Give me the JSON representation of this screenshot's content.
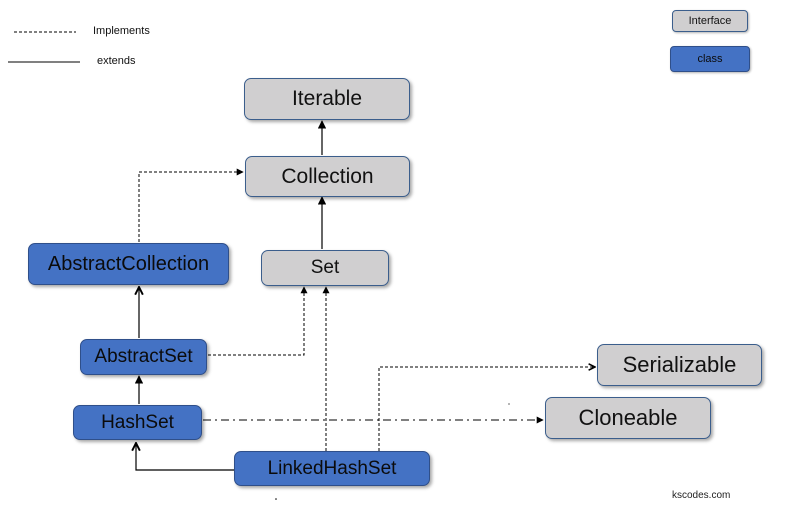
{
  "legend": {
    "implements_label": "Implements",
    "extends_label": "extends",
    "interface_label": "Interface",
    "class_label": "class"
  },
  "nodes": {
    "iterable": "Iterable",
    "collection": "Collection",
    "set": "Set",
    "abstract_collection": "AbstractCollection",
    "abstract_set": "AbstractSet",
    "hash_set": "HashSet",
    "linked_hash_set": "LinkedHashSet",
    "serializable": "Serializable",
    "cloneable": "Cloneable"
  },
  "watermark": "kscodes.com",
  "colors": {
    "interface_fill": "#d0cfd0",
    "class_fill": "#4472c4"
  }
}
